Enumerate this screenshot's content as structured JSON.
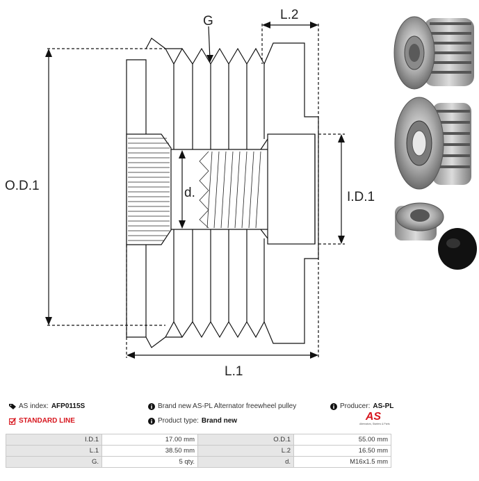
{
  "diagram": {
    "label_g": "G",
    "label_l2": "L.2",
    "label_od1": "O.D.1",
    "label_d": "d.",
    "label_id1": "I.D.1",
    "label_l1": "L.1"
  },
  "info": {
    "as_index_label": "AS index:",
    "as_index_value": "AFP0115S",
    "description": "Brand new AS-PL Alternator freewheel pulley",
    "producer_label": "Producer:",
    "producer_value": "AS-PL",
    "standard_line": "STANDARD LINE",
    "product_type_label": "Product type:",
    "product_type_value": "Brand new",
    "logo_text": "AS",
    "logo_tagline": "Alternators, Starters & Parts"
  },
  "colors": {
    "accent_red": "#d7161e",
    "table_label_bg": "#e6e6e6",
    "table_border": "#c9c9c9"
  },
  "specs": [
    {
      "label1": "I.D.1",
      "value1": "17.00 mm",
      "label2": "O.D.1",
      "value2": "55.00 mm"
    },
    {
      "label1": "L.1",
      "value1": "38.50 mm",
      "label2": "L.2",
      "value2": "16.50 mm"
    },
    {
      "label1": "G.",
      "value1": "5 qty.",
      "label2": "d.",
      "value2": "M16x1.5 mm"
    }
  ]
}
